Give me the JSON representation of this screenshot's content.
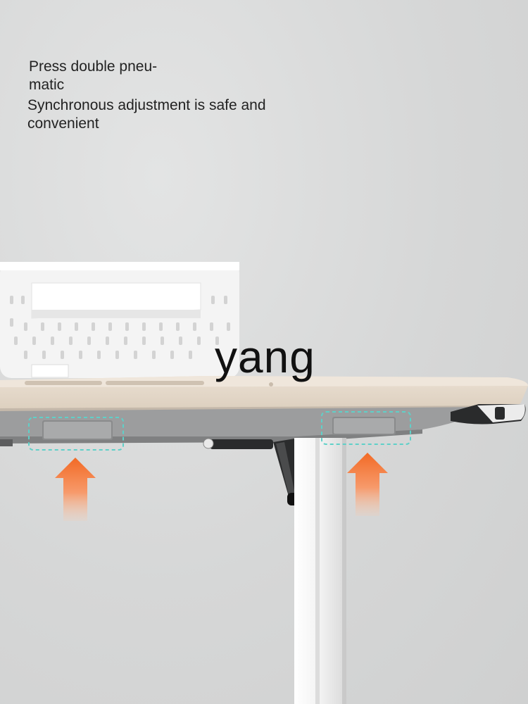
{
  "caption": {
    "line1": "Press double pneu-",
    "line2": "matic",
    "line2_faded": "",
    "subtitle": "Synchronous adjustment is safe and convenient"
  },
  "watermark": "yang",
  "colors": {
    "background": "#d6d7d7",
    "desktop": "#e8dbcc",
    "frame": "#9a9b9c",
    "leg": "#f3f3f3",
    "highlight": "#5fd0c8",
    "arrow": "#f26a25"
  }
}
